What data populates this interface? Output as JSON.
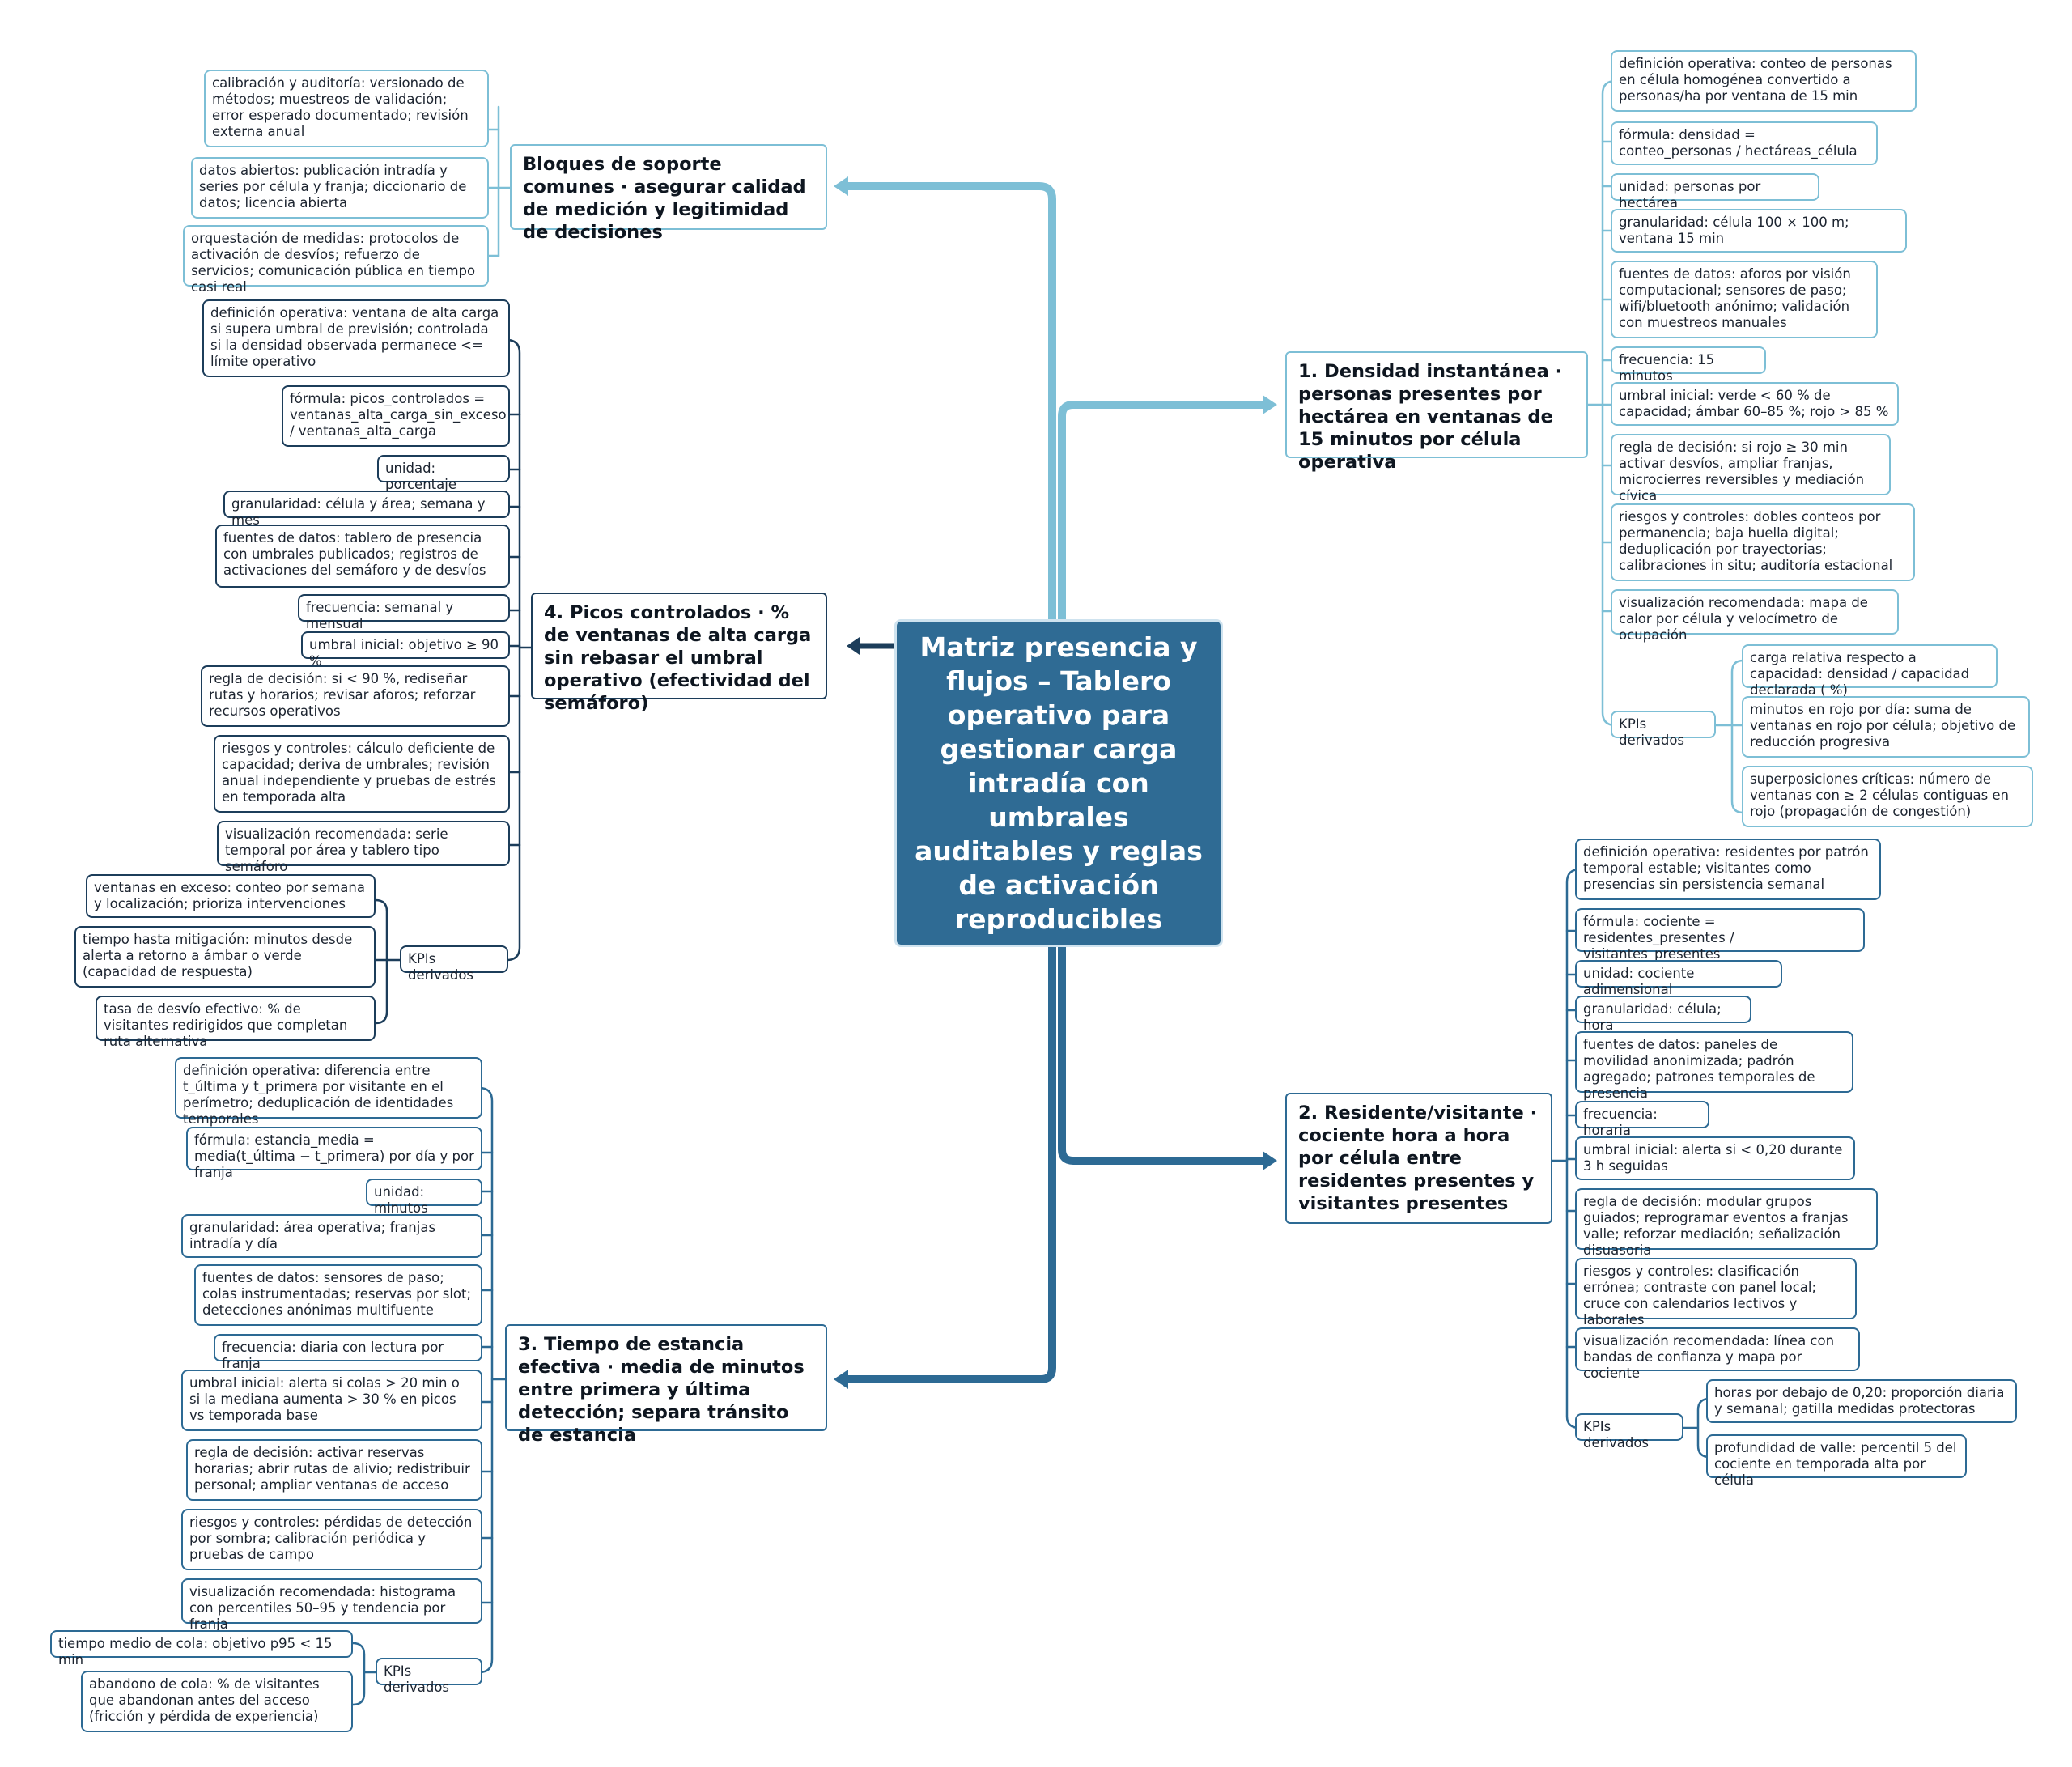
{
  "center": {
    "title": "Matriz presencia y flujos – Tablero operativo para gestionar carga intradía con umbrales auditables y reglas de activación reproducibles"
  },
  "colors": {
    "center_fill": "#2f6b94",
    "cyan": "#7dbfd6",
    "navy": "#1c3d5a",
    "mid": "#2d6a94"
  },
  "support": {
    "title": "Bloques de soporte comunes · asegurar calidad de medición y legitimidad de decisiones",
    "items": [
      "calibración y auditoría: versionado de métodos; muestreos de validación; error esperado documentado; revisión externa anual",
      "datos abiertos: publicación intradía y series por célula y franja; diccionario de datos; licencia abierta",
      "orquestación de medidas: protocolos de activación de desvíos; refuerzo de servicios; comunicación pública en tiempo casi real"
    ]
  },
  "b1": {
    "title": "1. Densidad instantánea · personas presentes por hectárea en ventanas de 15 minutos por célula operativa",
    "items": [
      "definición operativa: conteo de personas en célula homogénea convertido a personas/ha por ventana de 15 min",
      "fórmula: densidad = conteo_personas / hectáreas_célula",
      "unidad: personas por hectárea",
      "granularidad: célula 100 × 100 m; ventana 15 min",
      "fuentes de datos: aforos por visión computacional; sensores de paso; wifi/bluetooth anónimo; validación con muestreos manuales",
      "frecuencia: 15 minutos",
      "umbral inicial: verde < 60 % de capacidad; ámbar 60–85 %; rojo > 85 %",
      "regla de decisión: si rojo ≥ 30 min activar desvíos, ampliar franjas, microcierres reversibles y mediación cívica",
      "riesgos y controles: dobles conteos por permanencia; baja huella digital; deduplicación por trayectorias; calibraciones in situ; auditoría estacional",
      "visualización recomendada: mapa de calor por célula y velocímetro de ocupación"
    ],
    "kpi_label": "KPIs derivados",
    "kpis": [
      "carga relativa respecto a capacidad: densidad / capacidad declarada ( %)",
      "minutos en rojo por día: suma de ventanas en rojo por célula; objetivo de reducción progresiva",
      "superposiciones críticas: número de ventanas con ≥ 2 células contiguas en rojo (propagación de congestión)"
    ]
  },
  "b2": {
    "title": "2. Residente/visitante · cociente hora a hora por célula entre residentes presentes y visitantes presentes",
    "items": [
      "definición operativa: residentes por patrón temporal estable; visitantes como presencias sin persistencia semanal",
      "fórmula: cociente = residentes_presentes / visitantes_presentes",
      "unidad: cociente adimensional",
      "granularidad: célula; hora",
      "fuentes de datos: paneles de movilidad anonimizada; padrón agregado; patrones temporales de presencia",
      "frecuencia: horaria",
      "umbral inicial: alerta si < 0,20 durante 3 h seguidas",
      "regla de decisión: modular grupos guiados; reprogramar eventos a franjas valle; reforzar mediación; señalización disuasoria",
      "riesgos y controles: clasificación errónea; contraste con panel local; cruce con calendarios lectivos y laborales",
      "visualización recomendada: línea con bandas de confianza y mapa por cociente"
    ],
    "kpi_label": "KPIs derivados",
    "kpis": [
      "horas por debajo de 0,20: proporción diaria y semanal; gatilla medidas protectoras",
      "profundidad de valle: percentil 5 del cociente en temporada alta por célula"
    ]
  },
  "b3": {
    "title": "3. Tiempo de estancia efectiva · media de minutos entre primera y última detección; separa tránsito de estancia",
    "items": [
      "definición operativa: diferencia entre t_última y t_primera por visitante en el perímetro; deduplicación de identidades temporales",
      "fórmula: estancia_media = media(t_última − t_primera) por día y por franja",
      "unidad: minutos",
      "granularidad: área operativa; franjas intradía y día",
      "fuentes de datos: sensores de paso; colas instrumentadas; reservas por slot; detecciones anónimas multifuente",
      "frecuencia: diaria con lectura por franja",
      "umbral inicial: alerta si colas > 20 min o si la mediana aumenta > 30 % en picos vs temporada base",
      "regla de decisión: activar reservas horarias; abrir rutas de alivio; redistribuir personal; ampliar ventanas de acceso",
      "riesgos y controles: pérdidas de detección por sombra; calibración periódica y pruebas de campo",
      "visualización recomendada: histograma con percentiles 50–95 y tendencia por franja"
    ],
    "kpi_label": "KPIs derivados",
    "kpis": [
      "tiempo medio de cola: objetivo p95 < 15 min",
      "abandono de cola: % de visitantes que abandonan antes del acceso (fricción y pérdida de experiencia)"
    ]
  },
  "b4": {
    "title": "4. Picos controlados · % de ventanas de alta carga sin rebasar el umbral operativo (efectividad del semáforo)",
    "items": [
      "definición operativa: ventana de alta carga si supera umbral de previsión; controlada si la densidad observada permanece <= límite operativo",
      "fórmula: picos_controlados = ventanas_alta_carga_sin_exceso / ventanas_alta_carga",
      "unidad: porcentaje",
      "granularidad: célula y área; semana y mes",
      "fuentes de datos: tablero de presencia con umbrales publicados; registros de activaciones del semáforo y de desvíos",
      "frecuencia: semanal y mensual",
      "umbral inicial: objetivo ≥ 90 %",
      "regla de decisión: si < 90 %, rediseñar rutas y horarios; revisar aforos; reforzar recursos operativos",
      "riesgos y controles: cálculo deficiente de capacidad; deriva de umbrales; revisión anual independiente y pruebas de estrés en temporada alta",
      "visualización recomendada: serie temporal por área y tablero tipo semáforo"
    ],
    "kpi_label": "KPIs derivados",
    "kpis": [
      "ventanas en exceso: conteo por semana y localización; prioriza intervenciones",
      "tiempo hasta mitigación: minutos desde alerta a retorno a ámbar o verde (capacidad de respuesta)",
      "tasa de desvío efectivo: % de visitantes redirigidos que completan ruta alternativa"
    ]
  }
}
